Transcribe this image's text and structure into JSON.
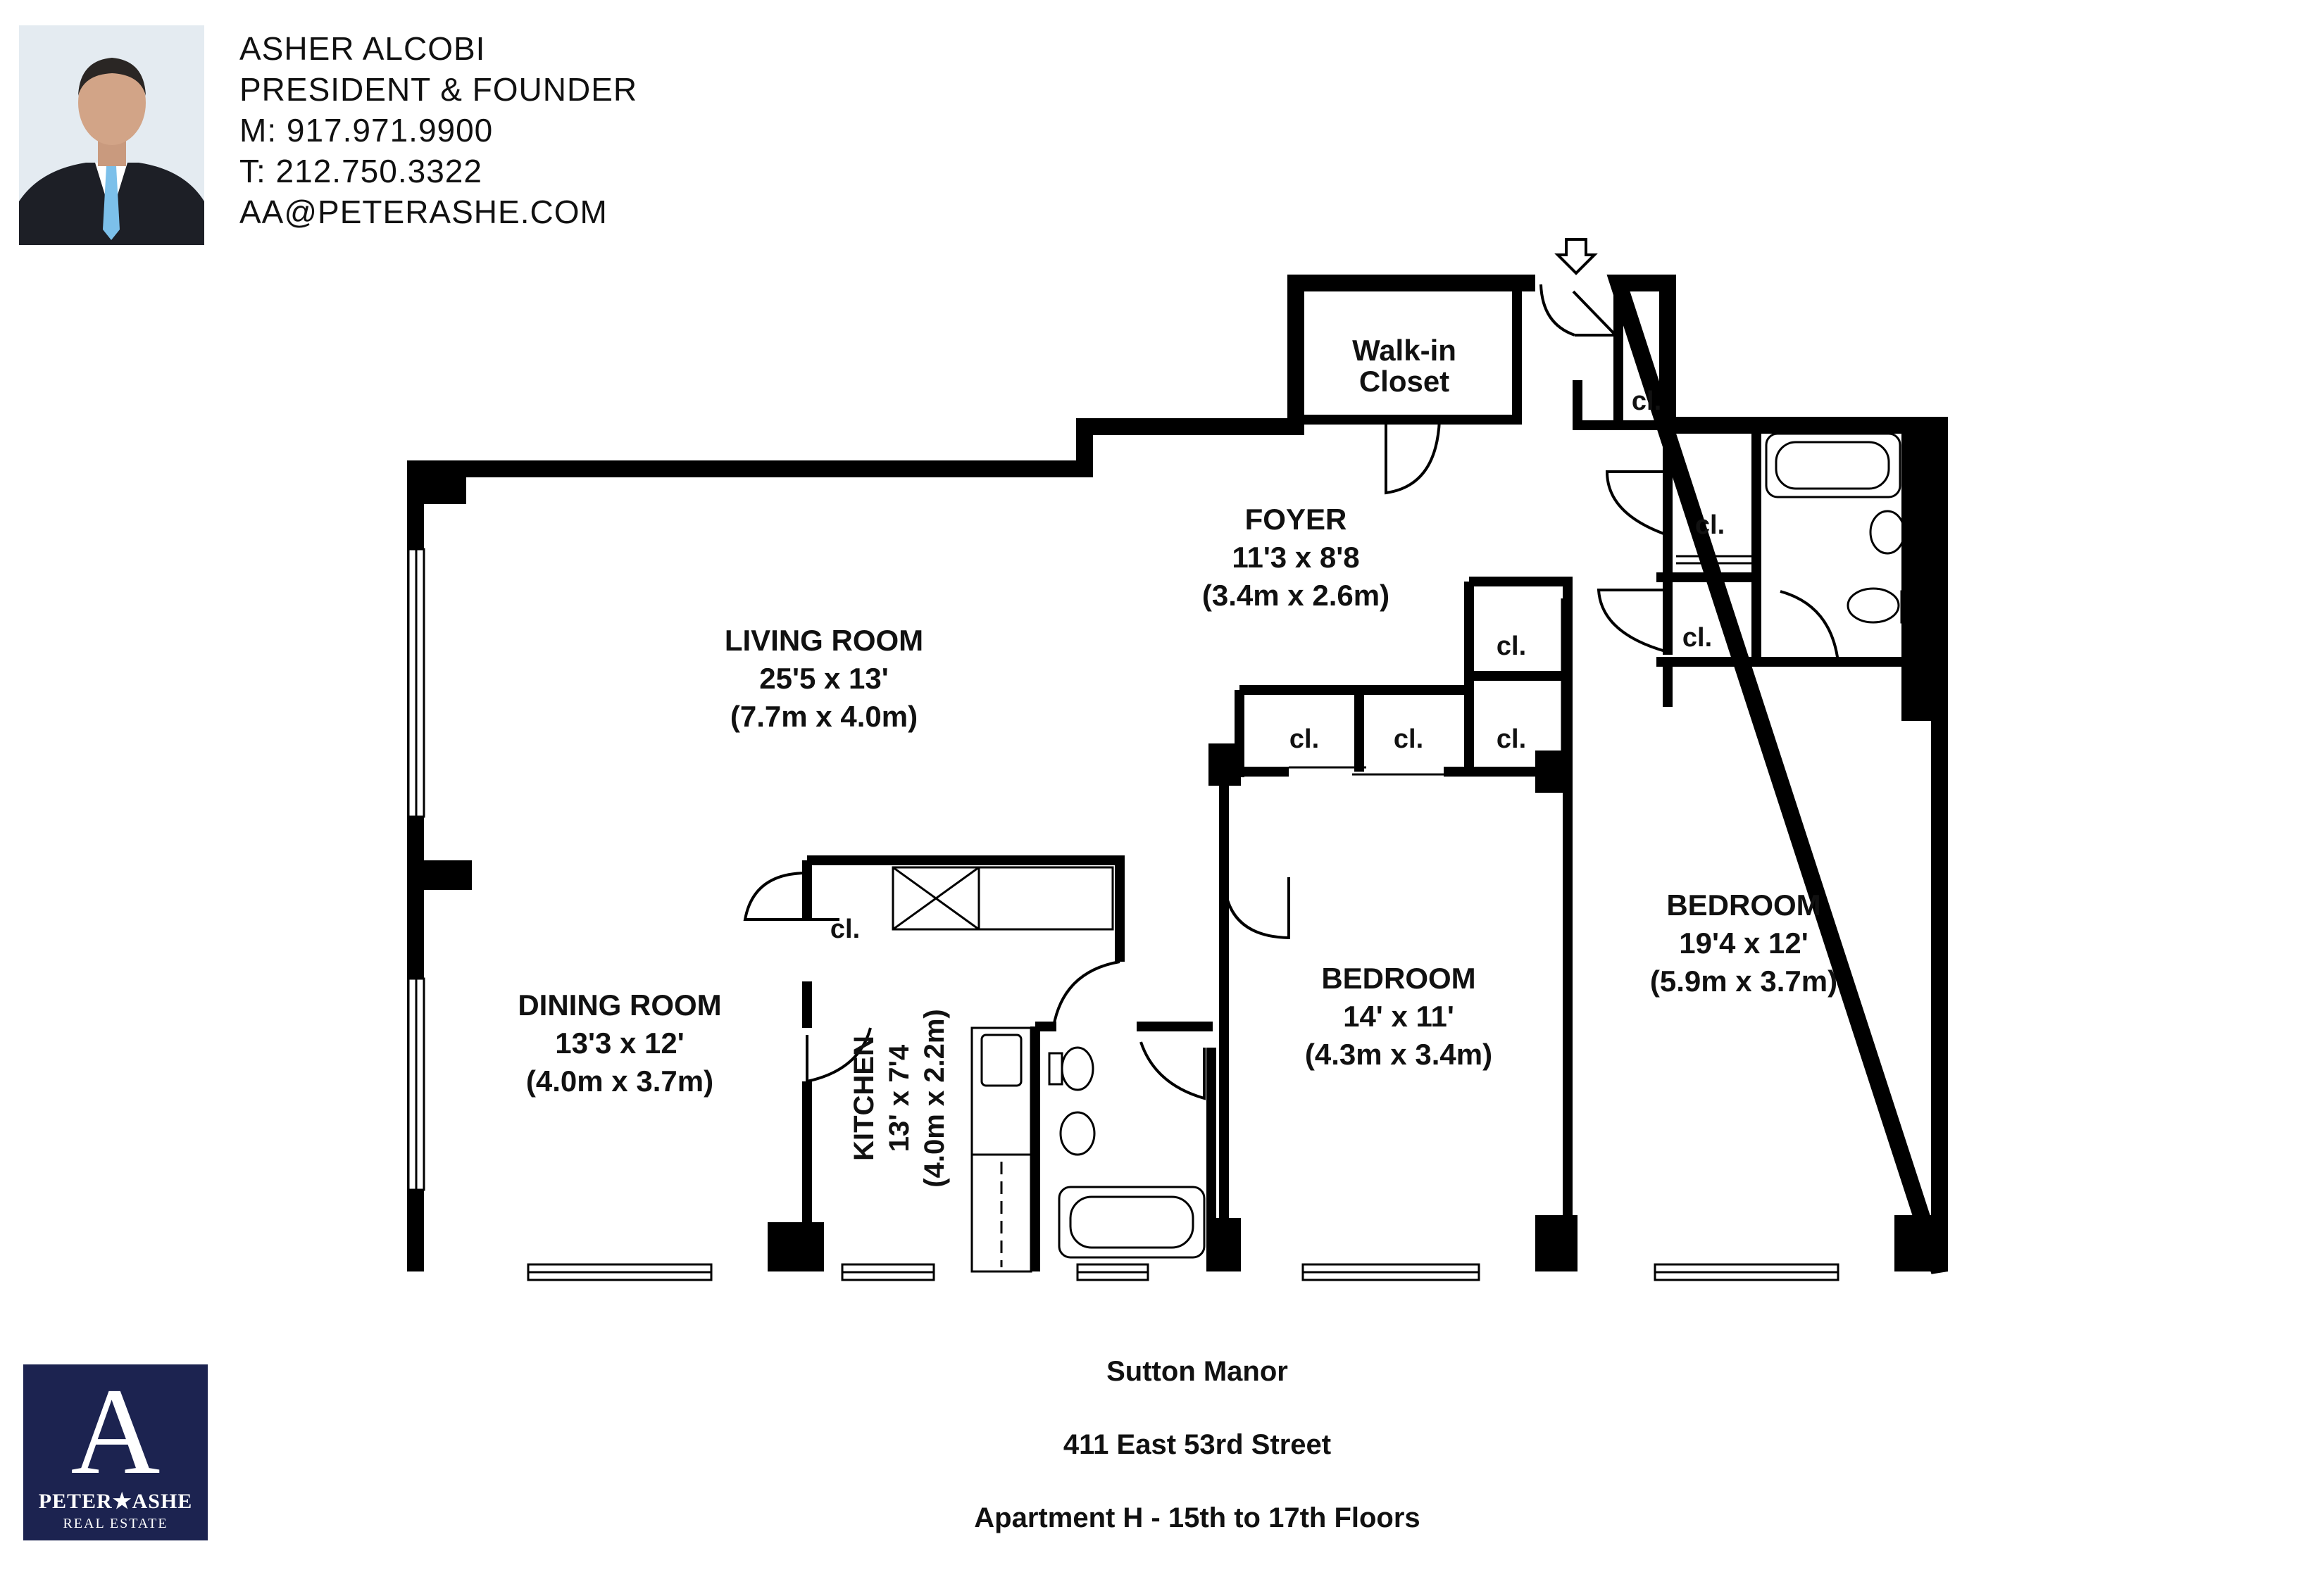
{
  "agent": {
    "photo_icon": "agent-headshot",
    "name": "ASHER ALCOBI",
    "title": "PRESIDENT & FOUNDER",
    "mobile": "M: 917.971.9900",
    "telephone": "T: 212.750.3322",
    "email": "AA@PETERASHE.COM"
  },
  "rooms": {
    "walk_in_closet": [
      "Walk-in",
      "Closet"
    ],
    "foyer": [
      "FOYER",
      "11'3 x 8'8",
      "(3.4m x 2.6m)"
    ],
    "living_room": [
      "LIVING ROOM",
      "25'5 x 13'",
      "(7.7m x 4.0m)"
    ],
    "dining_room": [
      "DINING ROOM",
      "13'3 x 12'",
      "(4.0m x 3.7m)"
    ],
    "kitchen": [
      "KITCHEN",
      "13' x 7'4",
      "(4.0m x 2.2m)"
    ],
    "bedroom_1": [
      "BEDROOM",
      "14' x 11'",
      "(4.3m x 3.4m)"
    ],
    "bedroom_2": [
      "BEDROOM",
      "19'4 x 12'",
      "(5.9m x 3.7m)"
    ],
    "closet_label": "cl."
  },
  "entry_icon": "down-arrow-icon",
  "logo": {
    "letter": "A",
    "brand": "PETER★ASHE",
    "sub": "REAL ESTATE",
    "background": "#1c2350"
  },
  "building": {
    "name": "Sutton Manor",
    "address": "411 East 53rd Street",
    "unit": "Apartment H - 15th to 17th Floors"
  }
}
